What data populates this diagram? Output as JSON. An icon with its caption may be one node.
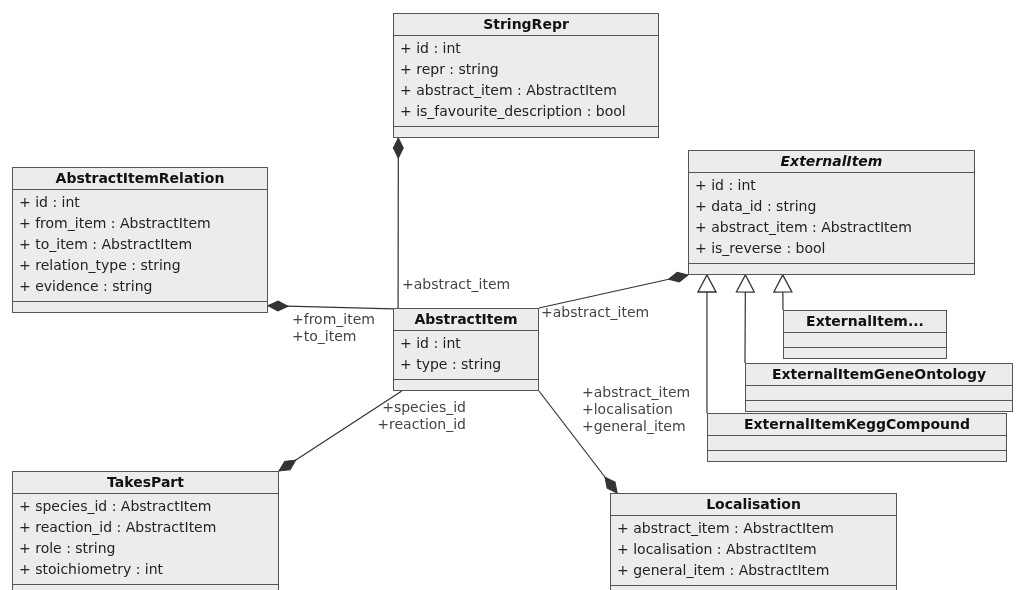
{
  "diagram": {
    "nodes": [
      {
        "text": [
          "StringRepr",
          "+ id : int",
          "+ repr : string",
          "+ abstract_item : AbstractItem",
          "+ is_favourite_description : bool"
        ]
      },
      {
        "text": [
          "AbstractItemRelation",
          "+ id : int",
          "+ from_item : AbstractItem",
          "+ to_item : AbstractItem",
          "+ relation_type : string",
          "+ evidence : string"
        ]
      },
      {
        "text": [
          "ExternalItem",
          "+ id : int",
          "+ data_id : string",
          "+ abstract_item : AbstractItem",
          "+ is_reverse : bool"
        ]
      },
      {
        "text": [
          "AbstractItem",
          "+ id : int",
          "+ type : string"
        ]
      },
      {
        "text": [
          "ExternalItem..."
        ]
      },
      {
        "text": [
          "ExternalItemGeneOntology"
        ]
      },
      {
        "text": [
          "ExternalItemKeggCompound"
        ]
      },
      {
        "text": [
          "TakesPart",
          "+ species_id : AbstractItem",
          "+ reaction_id : AbstractItem",
          "+ role : string",
          "+ stoichiometry : int"
        ]
      },
      {
        "text": [
          "Localisation",
          "+ abstract_item : AbstractItem",
          "+ localisation : AbstractItem",
          "+ general_item : AbstractItem"
        ]
      }
    ],
    "edges": [
      {
        "from": 3,
        "to": 0,
        "arrow": "other",
        "label": "+abstract_item"
      },
      {
        "from": 3,
        "to": 1,
        "arrow": "other",
        "label": "+from_item +to_item"
      },
      {
        "from": 3,
        "to": 2,
        "arrow": "other",
        "label": "+abstract_item"
      },
      {
        "from": 3,
        "to": 7,
        "arrow": "other",
        "label": "+species_id +reaction_id"
      },
      {
        "from": 3,
        "to": 8,
        "arrow": "other",
        "label": "+abstract_item +localisation +general_item"
      },
      {
        "from": 4,
        "to": 2,
        "arrow": "to"
      },
      {
        "from": 5,
        "to": 2,
        "arrow": "to"
      },
      {
        "from": 6,
        "to": 2,
        "arrow": "to"
      }
    ]
  }
}
